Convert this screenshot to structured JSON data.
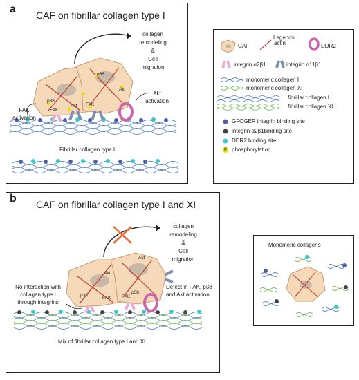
{
  "panel_a": {
    "label": "a",
    "title": "CAF on fibrillar collagen type I",
    "outcome_line1": "collagen",
    "outcome_line2": "remodeling",
    "outcome_line3": "&",
    "outcome_line4": "Cell",
    "outcome_line5": "migration",
    "akt_activation_1": "Akt",
    "akt_activation_2": "activation",
    "fak_activation_1": "FAK",
    "fak_activation_2": "activation",
    "collagen_label": "Fibrillar collagen type I",
    "cell_marks": [
      "p38",
      "p38",
      "Akt",
      "Akt",
      "FAK",
      "FAK"
    ]
  },
  "panel_b": {
    "label": "b",
    "title": "CAF on fibrillar collagen type I and XI",
    "outcome_line1": "collagen",
    "outcome_line2": "remodeling",
    "outcome_line3": "&",
    "outcome_line4": "Cell",
    "outcome_line5": "migration",
    "no_interaction_1": "No interaction with",
    "no_interaction_2": "collagen type I",
    "no_interaction_3": "through integrins",
    "defect_1": "Defect in FAK, p38",
    "defect_2": "and Akt activation",
    "collagen_label": "Mix of fibrillar collagen type I and XI",
    "cell_marks": [
      "Akt",
      "Akt",
      "p38",
      "p38",
      "FAK",
      "FAK"
    ]
  },
  "legend": {
    "title": "Legends",
    "caf": "CAF",
    "actin": "actin",
    "ddr2": "DDR2",
    "integrin_a2b1": "integrin α2β1",
    "integrin_a11b1": "integrin α11β1",
    "monomeric_I": "monomeric collagen I",
    "monomeric_XI": "monomeric collagen XI",
    "fibrillar_I": "fibrillar collagen I",
    "fibrillar_XI": "fibrillar collagen XI",
    "gfoger": "GFOGER integrin binding site",
    "a2b1_site": "integrin α2β1binding site",
    "ddr2_site": "DDR2 binding site",
    "phospho": "phosphorylation",
    "phospho_mark": "P"
  },
  "monomeric_panel": {
    "title": "Monomeric collagens"
  },
  "colors": {
    "cell_fill": "#f6d9b8",
    "cell_stroke": "#c59a72",
    "nucleus": "#c8b8a8",
    "actin": "#c0392b",
    "ddr2": "#cc66aa",
    "integrin_a2b1": "#e8b0d0",
    "integrin_a11b1": "#7f8fb0",
    "collagen_I": "#5b87c9",
    "collagen_XI": "#7dbb62",
    "gfoger_site": "#5060a8",
    "a2b1_site": "#444444",
    "ddr2_site": "#3cc6c6",
    "phospho": "#e8e000",
    "cross": "#e8703a"
  }
}
